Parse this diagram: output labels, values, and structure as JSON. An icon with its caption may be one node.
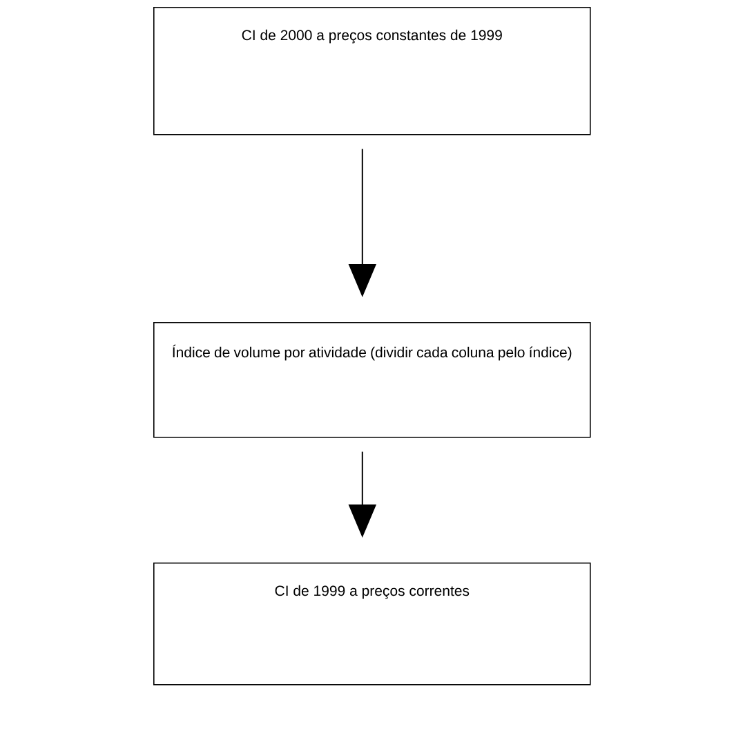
{
  "diagram": {
    "nodes": [
      {
        "text": [
          "CI de 2000 a preços constantes de 1999"
        ]
      },
      {
        "text": [
          "Índice de volume por atividade (dividir cada coluna pelo índice)"
        ]
      },
      {
        "text": [
          "CI de 1999 a preços correntes"
        ]
      }
    ],
    "edges": [
      {
        "from": 0,
        "to": 1,
        "arrow": "to"
      },
      {
        "from": 1,
        "to": 2,
        "arrow": "to"
      }
    ]
  }
}
